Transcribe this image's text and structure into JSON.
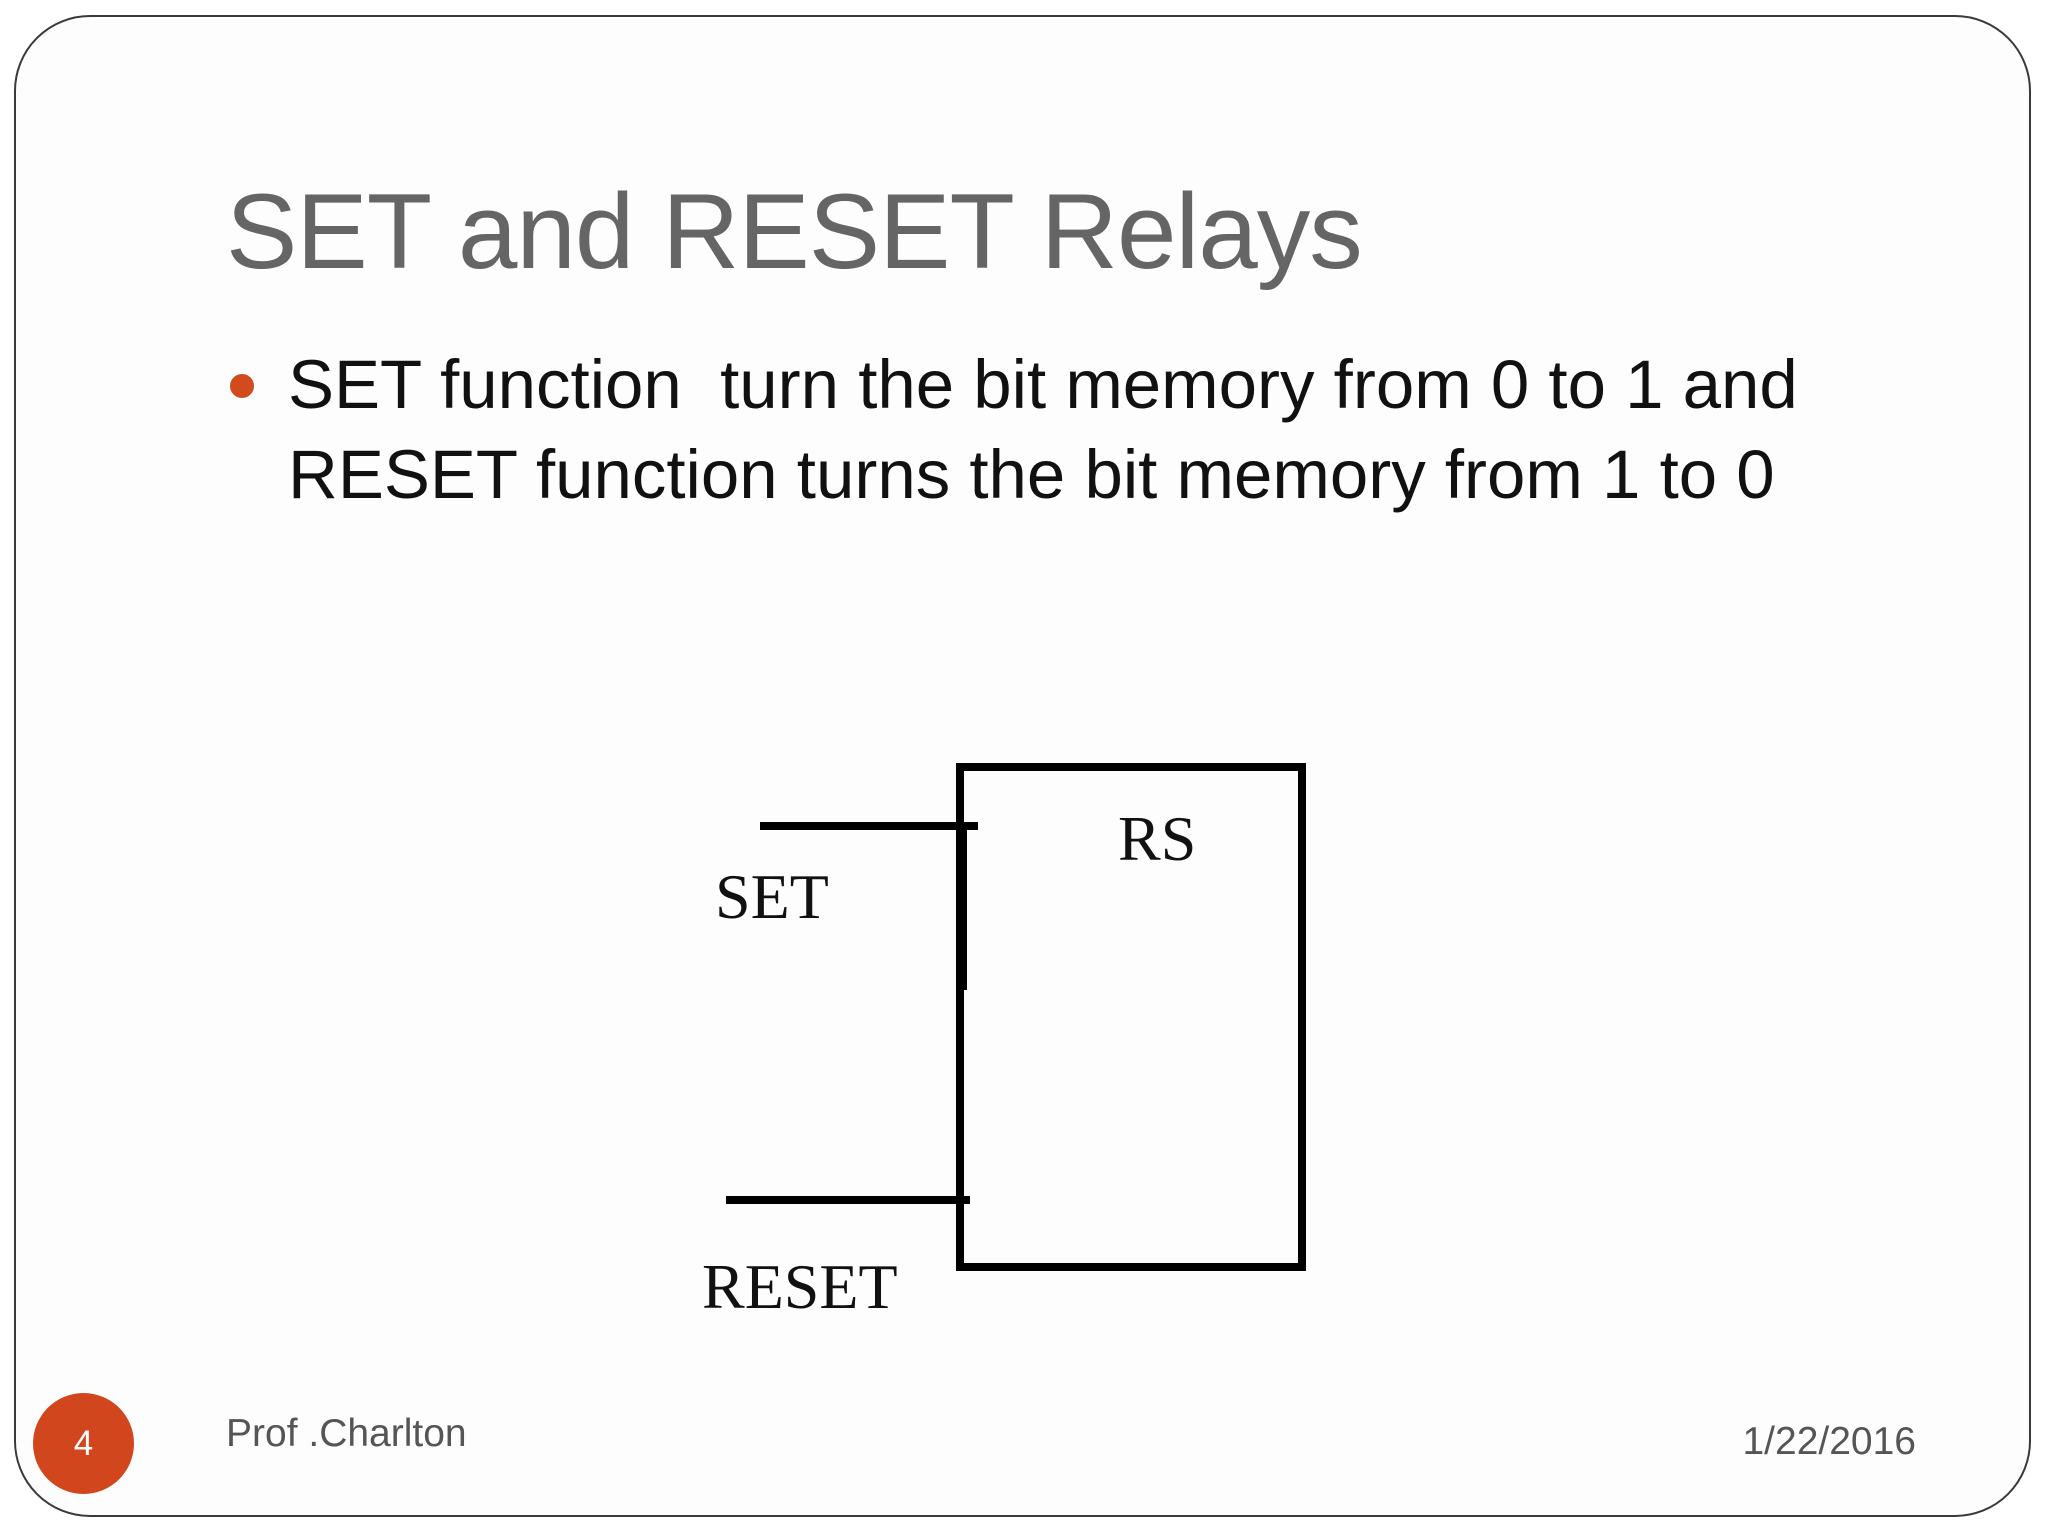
{
  "slide": {
    "title": "SET and RESET Relays",
    "bullet": {
      "line1": "SET function  turn the bit memory from 0 to 1 and",
      "line2": "RESET function turns the bit memory from 1 to 0"
    },
    "diagram": {
      "block_label": "RS",
      "set_label": "SET",
      "reset_label": "RESET"
    },
    "footer": {
      "page_number": "4",
      "author": "Prof .Charlton",
      "date": "1/22/2016"
    },
    "colors": {
      "accent": "#d1461c",
      "title": "#656565",
      "text": "#111111"
    }
  }
}
